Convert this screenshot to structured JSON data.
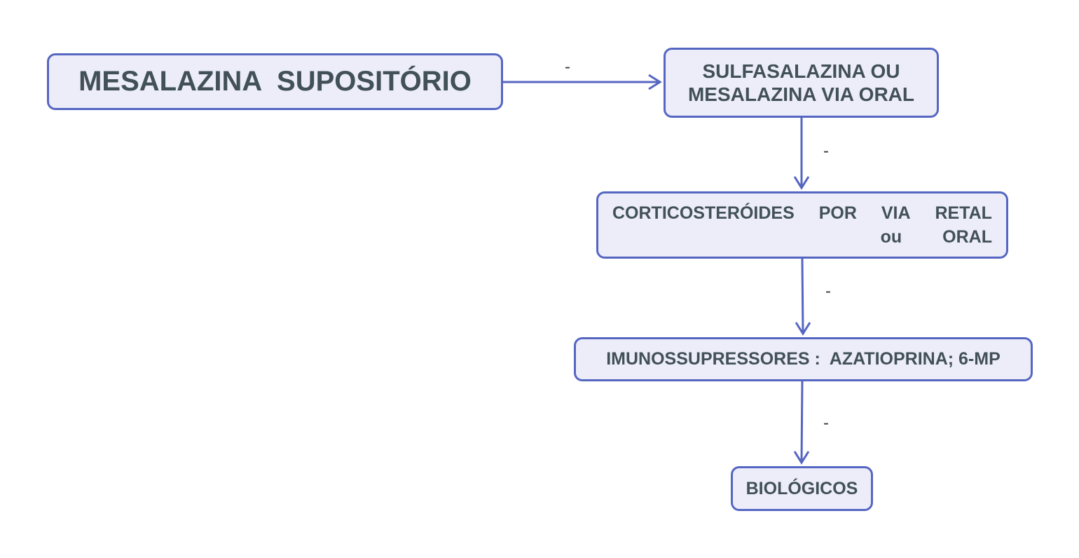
{
  "diagram": {
    "nodes": {
      "mesalazina_supositorio": "MESALAZINA  SUPOSITÓRIO",
      "sulfasalazina": {
        "line1": "SULFASALAZINA OU",
        "line2": "MESALAZINA VIA ORAL"
      },
      "corticosteroides": {
        "line1_a": "CORTICOSTERÓIDES",
        "line1_b": "POR",
        "line1_c": "VIA",
        "line1_d": "RETAL",
        "line2_a": "ou",
        "line2_b": "ORAL"
      },
      "imunossupressores": "IMUNOSSUPRESSORES :  AZATIOPRINA; 6-MP",
      "biologicos": "BIOLÓGICOS"
    },
    "edge_labels": {
      "e1": "-",
      "e2": "-",
      "e3": "-",
      "e4": "-"
    },
    "colors": {
      "node_fill": "#ecedf8",
      "node_border": "#5566c2",
      "text": "#425058",
      "edge": "#5566c2"
    }
  }
}
